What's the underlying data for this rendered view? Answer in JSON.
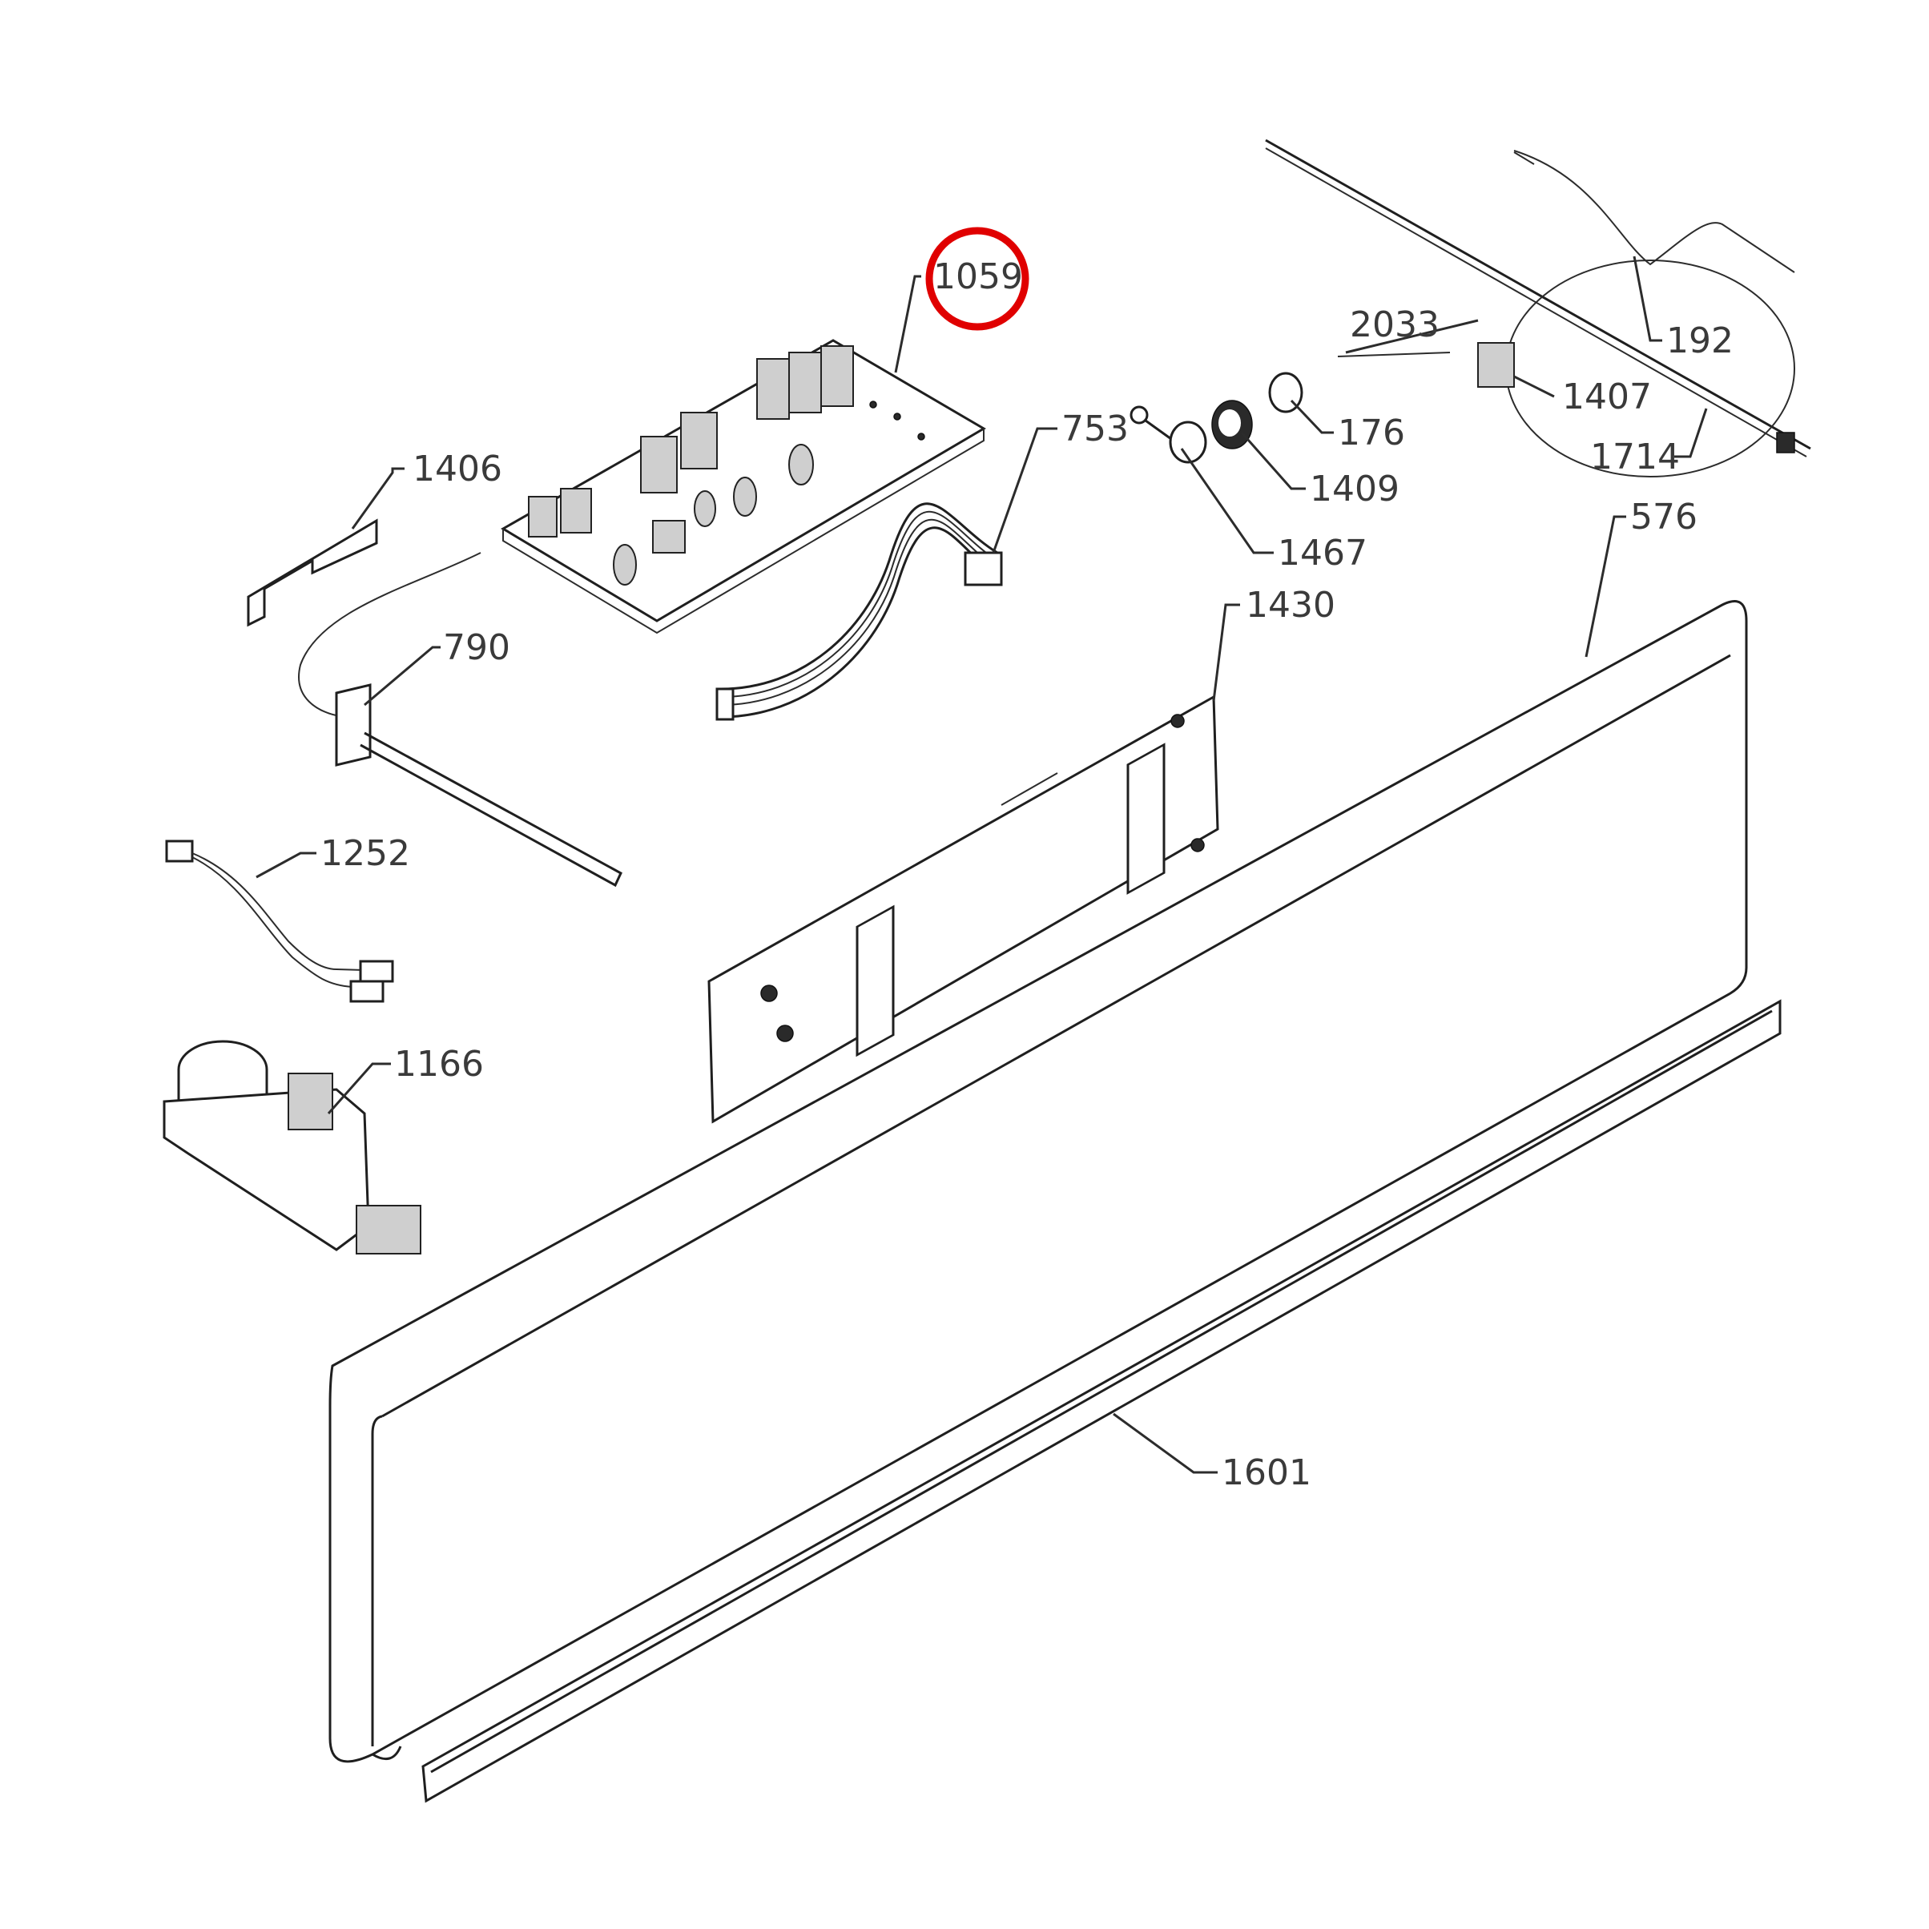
{
  "highlight": {
    "part": "1059",
    "color": "#e00000"
  },
  "parts": [
    {
      "id": "main-pcb",
      "number": "1059"
    },
    {
      "id": "bracket",
      "number": "1406"
    },
    {
      "id": "temperature-probe",
      "number": "790"
    },
    {
      "id": "wire-harness-small",
      "number": "1252"
    },
    {
      "id": "door-lock-motor",
      "number": "1166"
    },
    {
      "id": "ribbon-cable",
      "number": "753"
    },
    {
      "id": "knob-spring",
      "number": "1467"
    },
    {
      "id": "knob",
      "number": "1409"
    },
    {
      "id": "knob-ring",
      "number": "176"
    },
    {
      "id": "control-pcb",
      "number": "1430"
    },
    {
      "id": "control-panel-glass",
      "number": "576"
    },
    {
      "id": "gasket-strip",
      "number": "1601"
    },
    {
      "id": "cable-assembly",
      "number": "2033"
    },
    {
      "id": "sensor-wire",
      "number": "192"
    },
    {
      "id": "switch",
      "number": "1407"
    },
    {
      "id": "rod",
      "number": "1714"
    }
  ]
}
